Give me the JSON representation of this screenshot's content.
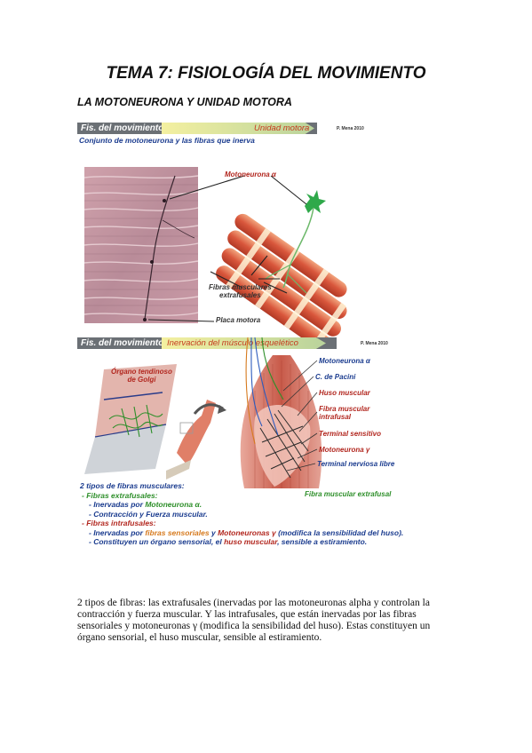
{
  "page": {
    "title": "TEMA 7: FISIOLOGÍA DEL MOVIMIENTO",
    "section": "LA MOTONEURONA Y UNIDAD MOTORA"
  },
  "figure1": {
    "header_left": "Fis. del movimiento",
    "header_right": "Unidad motora",
    "credit": "P. Mena 2010",
    "caption": "Conjunto de motoneurona y las fibras que inerva",
    "labels": {
      "motoneurona": "Motoneurona α",
      "fibras": "Fibras musculares",
      "fibras2": "extrafusales",
      "placa": "Placa motora"
    }
  },
  "figure2": {
    "header_left": "Fis. del movimiento",
    "header_right": "Inervación del músculo esquelético",
    "credit": "P. Mena 2010",
    "organo": "Órgano tendinoso",
    "organo2": "de Golgi",
    "labels": {
      "moto_a": "Motoneurona α",
      "pacini": "C. de Pacini",
      "huso": "Huso muscular",
      "fibra_intra": "Fibra muscular",
      "fibra_intra2": "intrafusal",
      "terminal_sens": "Terminal sensitivo",
      "moto_g": "Motoneurona γ",
      "terminal_libre": "Terminal nerviosa libre",
      "fibra_extra": "Fibra muscular extrafusal"
    },
    "list": {
      "l1": "2 tipos de fibras musculares:",
      "l2": "- Fibras extrafusales:",
      "l3a": "- Inervadas por ",
      "l3b": "Motoneurona α.",
      "l4": "- Contracción y Fuerza muscular.",
      "l5": "- Fibras intrafusales:",
      "l6a": "- Inervadas por ",
      "l6b": "fibras sensoriales",
      "l6c": " y ",
      "l6d": "Motoneuronas γ",
      "l6e": " (modifica la sensibilidad del huso).",
      "l7a": "- Constituyen un órgano sensorial, el ",
      "l7b": "huso muscular",
      "l7c": ", sensible a estiramiento."
    }
  },
  "body": {
    "paragraph": "2 tipos de fibras: las extrafusales (inervadas por las motoneuronas alpha y controlan la contracción y fuerza muscular. Y las intrafusales, que están inervadas por las fibras sensoriales y motoneuronas γ (modifica la sensibilidad del huso). Estas constituyen un órgano sensorial, el huso muscular, sensible al estiramiento."
  },
  "colors": {
    "header_bar": "#6b7075",
    "red_label": "#b2271f",
    "blue_label": "#1b3c8f",
    "green_label": "#2e8f2a"
  }
}
